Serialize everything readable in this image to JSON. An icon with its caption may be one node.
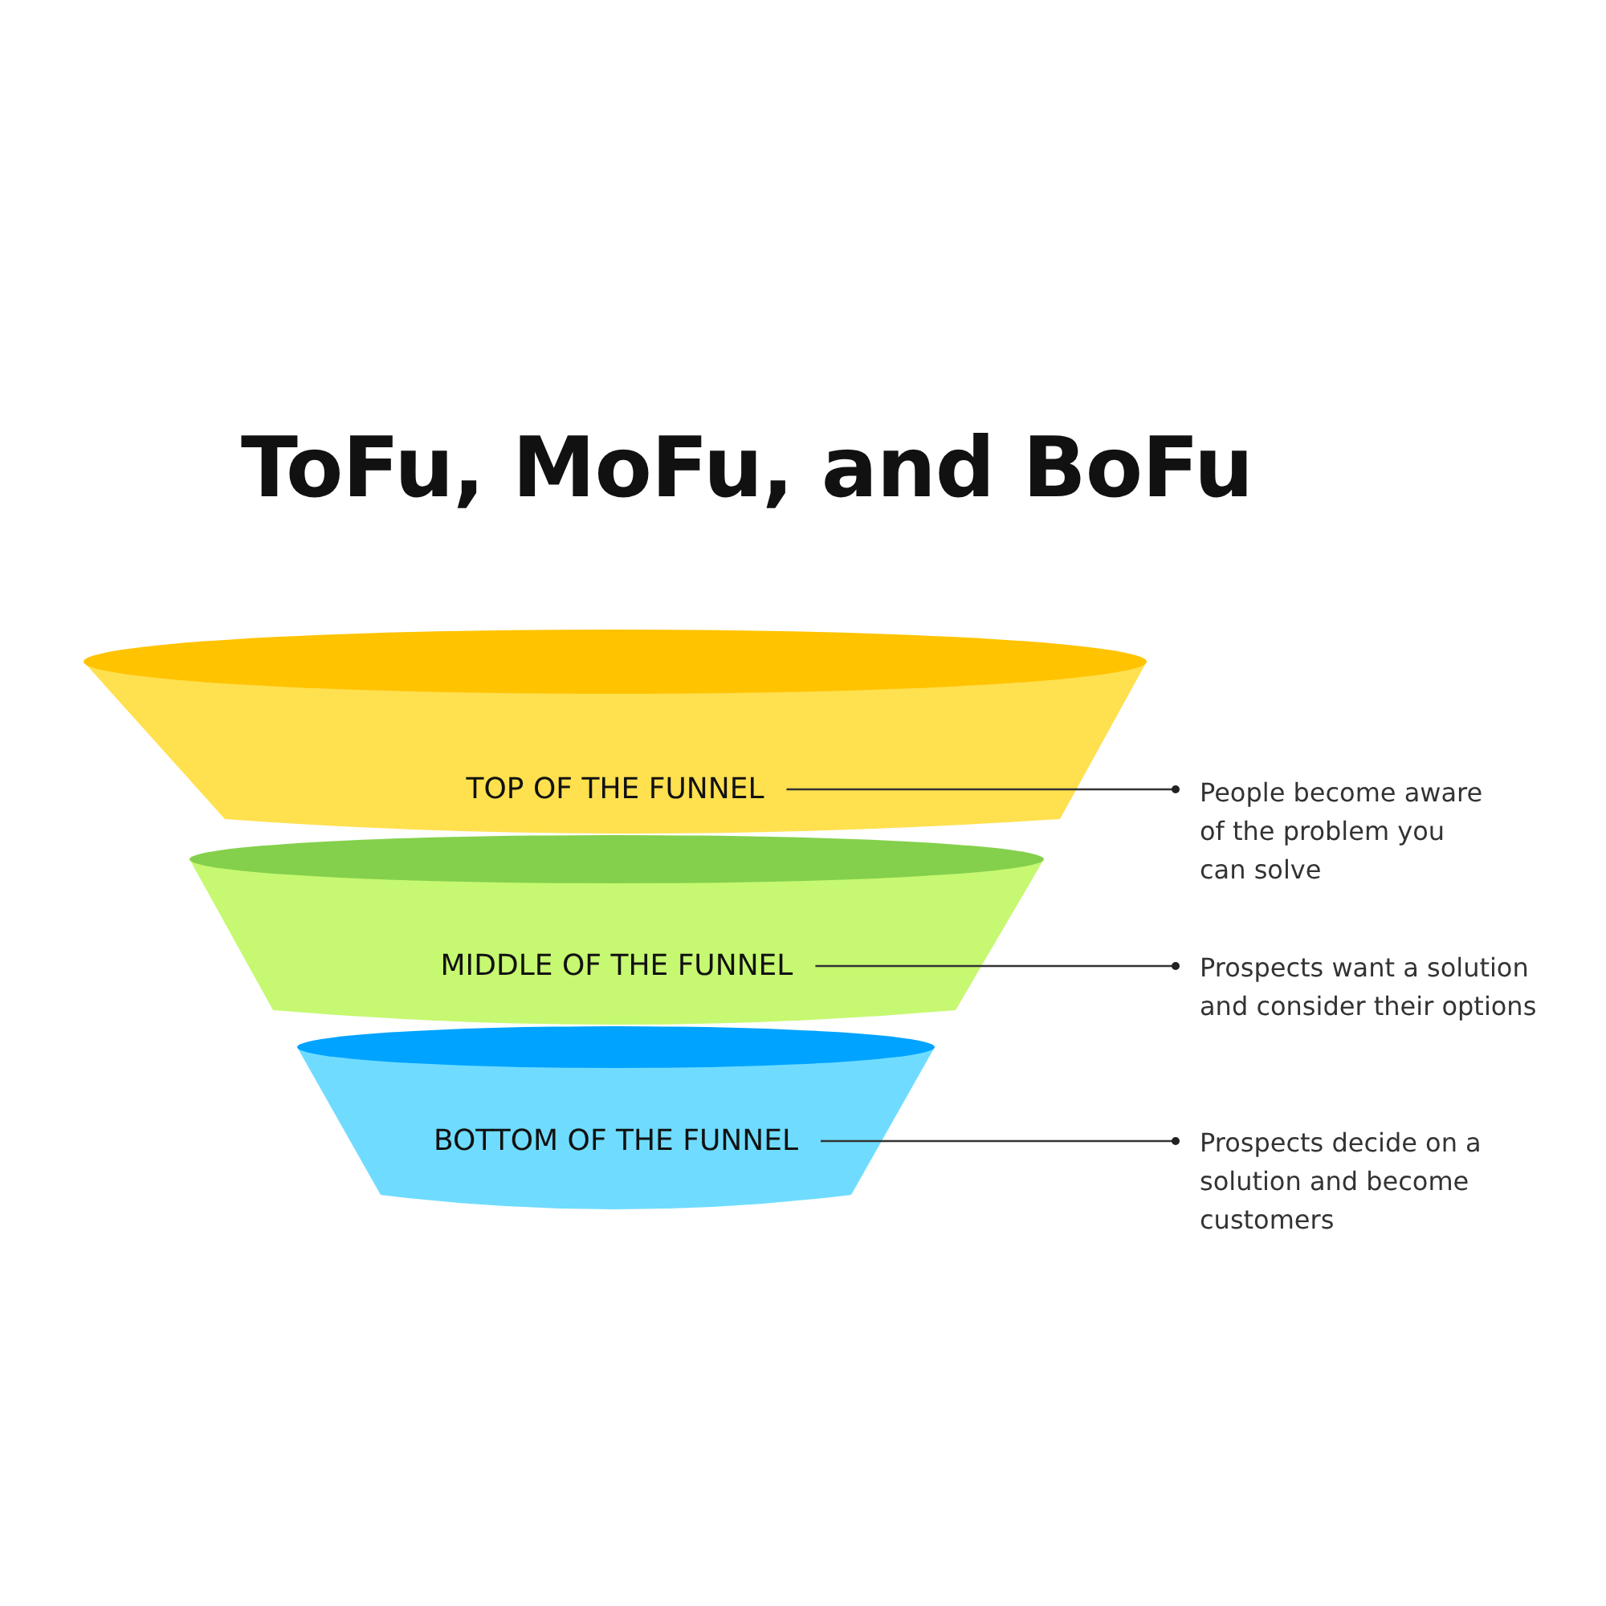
{
  "diagram": {
    "title": "ToFu, MoFu, and BoFu",
    "nodes": [
      {
        "text": [
          "TOP OF THE FUNNEL"
        ]
      },
      {
        "text": [
          "MIDDLE OF THE FUNNEL"
        ]
      },
      {
        "text": [
          "BOTTOM OF THE FUNNEL"
        ]
      },
      {
        "text": [
          "People become aware of the problem you can solve"
        ]
      },
      {
        "text": [
          "Prospects want a solution and consider their options"
        ]
      },
      {
        "text": [
          "Prospects decide on a solution and become customers"
        ]
      }
    ],
    "edges": [
      {
        "from": 0,
        "to": 3,
        "arrow": "other"
      },
      {
        "from": 1,
        "to": 4,
        "arrow": "other"
      },
      {
        "from": 2,
        "to": 5,
        "arrow": "other"
      }
    ]
  }
}
